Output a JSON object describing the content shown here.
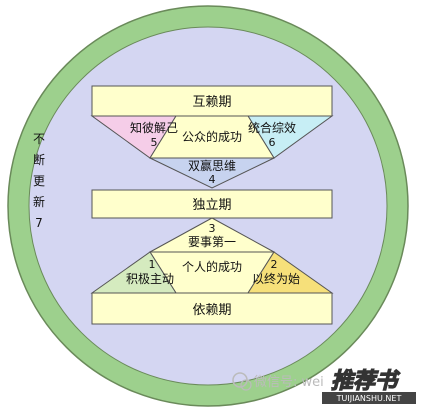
{
  "colors": {
    "outer_ring": "#9dd08d",
    "inner_disc": "#d4d6f2",
    "bar_fill": "#ffffcc",
    "triangle_pink": "#f5cde8",
    "triangle_blue": "#c7d3ef",
    "triangle_cyan": "#c7eef5",
    "triangle_yellow": "#ffffcc",
    "triangle_green": "#d5ebbf",
    "triangle_gold": "#f6e07a",
    "stroke": "#555555"
  },
  "diagram": {
    "ring_label": [
      "不",
      "断",
      "更",
      "新",
      "7"
    ],
    "bars": {
      "interdependence": "互赖期",
      "independence": "独立期",
      "dependence": "依赖期"
    },
    "habits": {
      "h1_num": "1",
      "h1_text": "积极主动",
      "h2_num": "2",
      "h2_text": "以终为始",
      "h3_num": "3",
      "h3_text": "要事第一",
      "h4_text": "双赢思维",
      "h4_num": "4",
      "h5_text": "知彼解己",
      "h5_num": "5",
      "h6_text": "统合综效",
      "h6_num": "6"
    },
    "victories": {
      "public": "公众的成功",
      "private": "个人的成功"
    }
  },
  "watermark": {
    "wechat": "微信号: wei",
    "brand": "推荐书",
    "url": "TUIJIANSHU.NET"
  }
}
